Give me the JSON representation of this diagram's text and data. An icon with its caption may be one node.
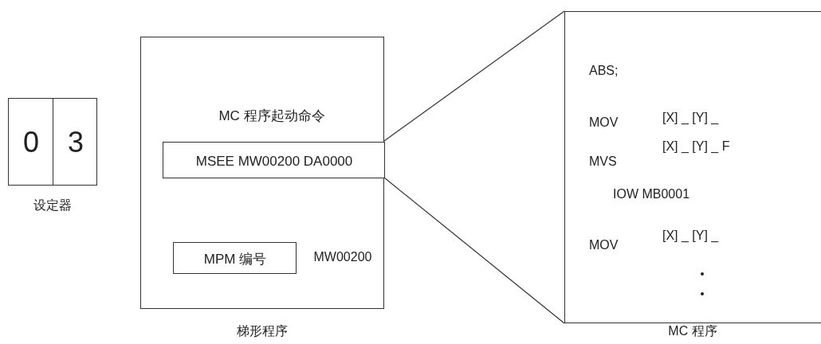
{
  "diagram": {
    "nodes": [
      {
        "text": [
          "0",
          "3"
        ],
        "beside": [
          "设定器"
        ]
      },
      {
        "text": [],
        "shape": "box",
        "beside": [
          "梯形程序"
        ]
      },
      {
        "text": [
          "MC 程序起动命令",
          "MSEE MW00200 DA0000"
        ],
        "in": 1
      },
      {
        "text": [
          "MPM 编号"
        ],
        "in": 1,
        "beside": [
          "MW00200"
        ]
      },
      {
        "text": [
          "ABS;",
          "MOV",
          "[X] _ [Y] _",
          "MVS",
          "[X] _ [Y] _ F",
          "IOW MB0001",
          "MOV",
          "[X] _ [Y] _"
        ],
        "beside": [
          "MC 程序"
        ]
      }
    ],
    "edges": [
      {
        "from": 2,
        "to": 4,
        "arrow": "none"
      },
      {
        "from": 2,
        "to": 4,
        "arrow": "none"
      }
    ]
  }
}
